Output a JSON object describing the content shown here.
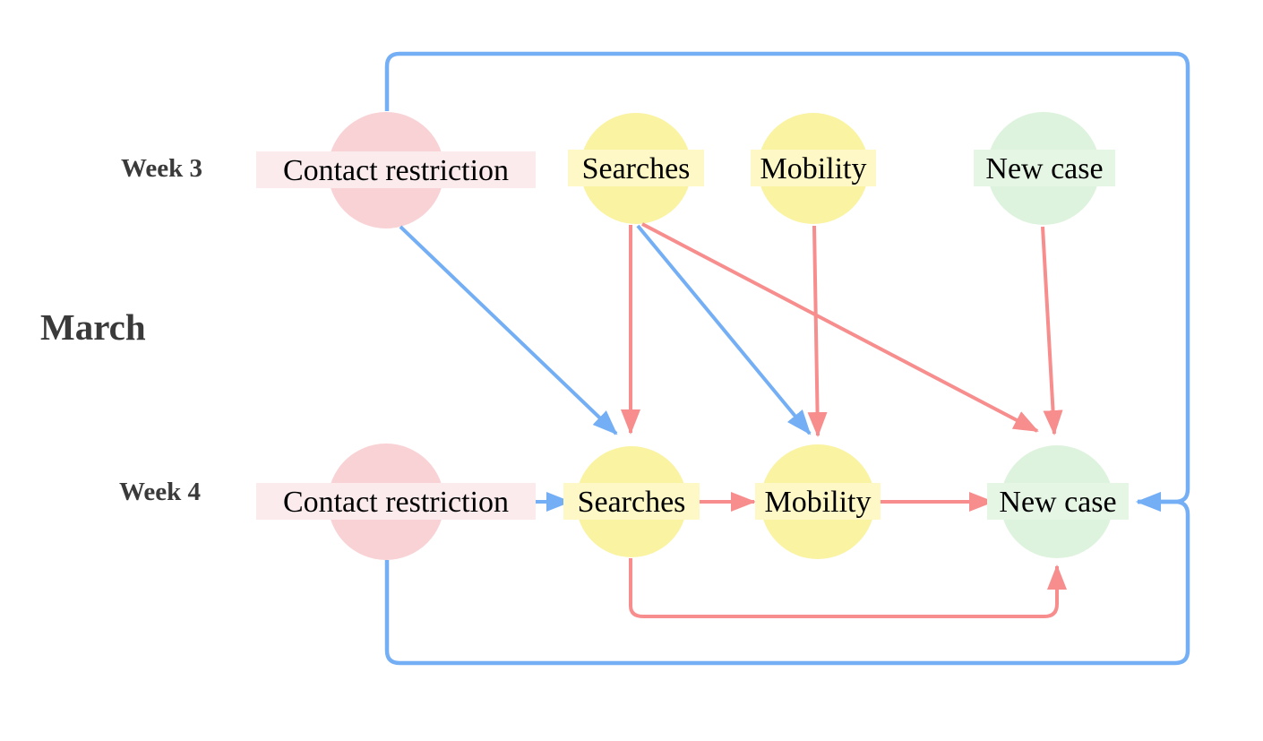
{
  "diagram_type": "causal-graph-two-week-lag",
  "labels": {
    "month": "March",
    "week3": "Week 3",
    "week4": "Week 4",
    "w3_contact_restriction": "Contact restriction",
    "w3_searches": "Searches",
    "w3_mobility": "Mobility",
    "w3_new_case": "New case",
    "w4_contact_restriction": "Contact restriction",
    "w4_searches": "Searches",
    "w4_mobility": "Mobility",
    "w4_new_case": "New case"
  },
  "colors": {
    "edge_blue": "#74aff5",
    "edge_red": "#f78d8d",
    "node_pink": "#f9d2d5",
    "node_yellow": "#faf3a2",
    "node_green": "#def3de",
    "label_bg_pink": "#fcebed",
    "label_bg_yellow": "#fdf8c6",
    "label_bg_green": "#e5f6e4",
    "side_label_color": "#3a3a3a",
    "node_label_color": "#000000",
    "background": "#ffffff"
  },
  "nodes": [
    {
      "id": "week3.contact_restriction",
      "label": "Contact restriction",
      "row": "Week 3",
      "color": "pink"
    },
    {
      "id": "week3.searches",
      "label": "Searches",
      "row": "Week 3",
      "color": "yellow"
    },
    {
      "id": "week3.mobility",
      "label": "Mobility",
      "row": "Week 3",
      "color": "yellow"
    },
    {
      "id": "week3.new_case",
      "label": "New case",
      "row": "Week 3",
      "color": "green"
    },
    {
      "id": "week4.contact_restriction",
      "label": "Contact restriction",
      "row": "Week 4",
      "color": "pink"
    },
    {
      "id": "week4.searches",
      "label": "Searches",
      "row": "Week 4",
      "color": "yellow"
    },
    {
      "id": "week4.mobility",
      "label": "Mobility",
      "row": "Week 4",
      "color": "yellow"
    },
    {
      "id": "week4.new_case",
      "label": "New case",
      "row": "Week 4",
      "color": "green"
    }
  ],
  "edges": [
    {
      "from": "week3.contact_restriction",
      "to": "week4.searches",
      "color": "blue",
      "route": "straight"
    },
    {
      "from": "week3.contact_restriction",
      "to": "week4.new_case",
      "color": "blue",
      "route": "around-top-right-frame"
    },
    {
      "from": "week3.searches",
      "to": "week4.searches",
      "color": "red",
      "route": "straight"
    },
    {
      "from": "week3.searches",
      "to": "week4.mobility",
      "color": "blue",
      "route": "straight"
    },
    {
      "from": "week3.searches",
      "to": "week4.new_case",
      "color": "red",
      "route": "straight"
    },
    {
      "from": "week3.mobility",
      "to": "week4.mobility",
      "color": "red",
      "route": "straight"
    },
    {
      "from": "week3.new_case",
      "to": "week4.new_case",
      "color": "red",
      "route": "straight"
    },
    {
      "from": "week4.contact_restriction",
      "to": "week4.searches",
      "color": "blue",
      "route": "straight"
    },
    {
      "from": "week4.searches",
      "to": "week4.mobility",
      "color": "red",
      "route": "straight"
    },
    {
      "from": "week4.mobility",
      "to": "week4.new_case",
      "color": "red",
      "route": "straight"
    },
    {
      "from": "week4.searches",
      "to": "week4.new_case",
      "color": "red",
      "route": "below-mobility"
    },
    {
      "from": "week4.contact_restriction",
      "to": "week4.new_case",
      "color": "blue",
      "route": "around-bottom-right-frame"
    }
  ]
}
